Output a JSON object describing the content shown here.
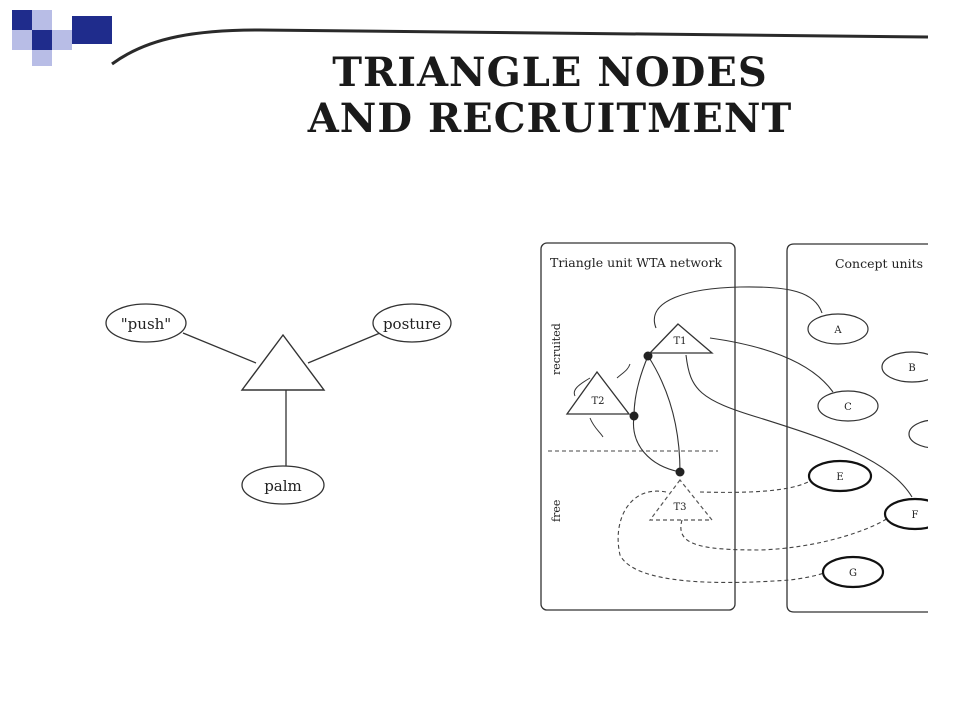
{
  "slide": {
    "title_line1": "TRIANGLE NODES",
    "title_line2": "AND RECRUITMENT"
  },
  "left_diagram": {
    "nodes": {
      "push": "\"push\"",
      "posture": "posture",
      "palm": "palm"
    }
  },
  "right_diagram": {
    "wta_panel_title": "Triangle unit WTA network",
    "concept_panel_title": "Concept units",
    "label_recruited": "recruited",
    "label_free": "free",
    "triangles": {
      "t1": "T1",
      "t2": "T2",
      "t3": "T3"
    },
    "concepts": {
      "a": "A",
      "b": "B",
      "c": "C",
      "e": "E",
      "f": "F",
      "g": "G"
    }
  },
  "colors": {
    "accent_dark_blue": "#1f2c8c",
    "accent_light_blue": "#b8bde6",
    "line": "#3a3a3a"
  }
}
